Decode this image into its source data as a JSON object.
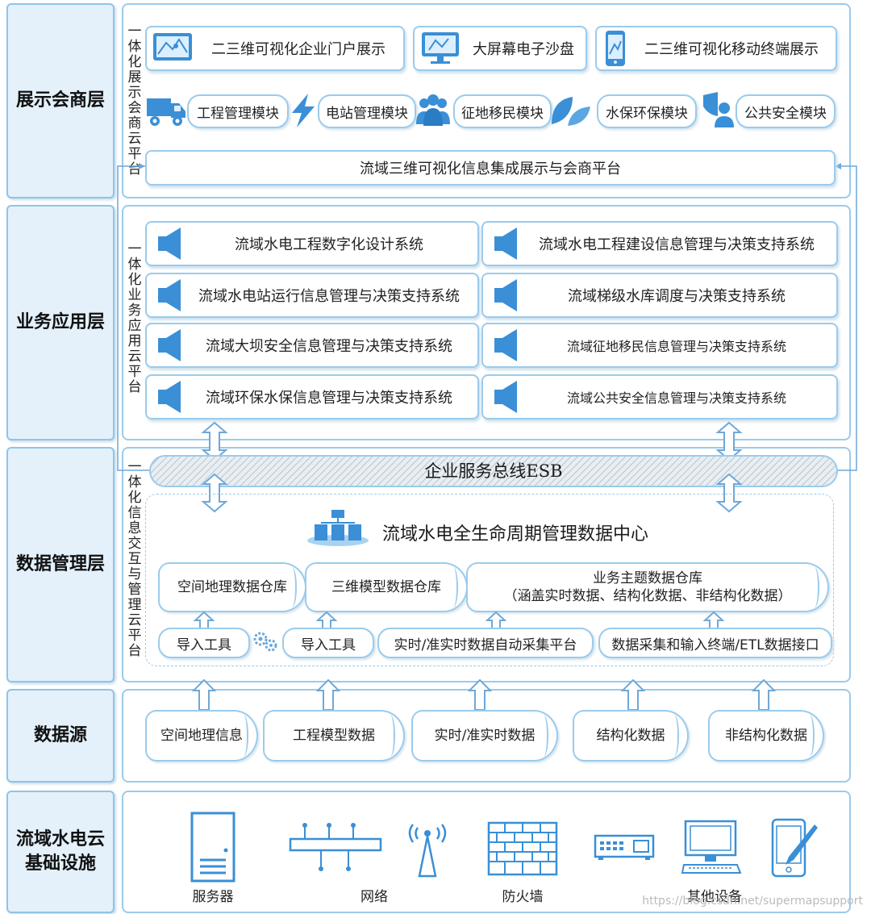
{
  "layers": {
    "display": "展示会商层",
    "business": "业务应用层",
    "data_mgmt": "数据管理层",
    "data_source": "数据源",
    "infra": "流域水电云\n基础设施"
  },
  "platforms": {
    "display_cloud": "一体化展示会商云平台",
    "business_cloud": "一体化业务应用云平台",
    "info_cloud": "一体化信息交互与管理云平台"
  },
  "display": {
    "top_items": [
      "二三维可视化企业门户展示",
      "大屏幕电子沙盘",
      "二三维可视化移动终端展示"
    ],
    "modules": [
      "工程管理模块",
      "电站管理模块",
      "征地移民模块",
      "水保环保模块",
      "公共安全模块"
    ],
    "integrated_platform": "流域三维可视化信息集成展示与会商平台"
  },
  "business_systems": [
    "流域水电工程数字化设计系统",
    "流域水电工程建设信息管理与决策支持系统",
    "流域水电站运行信息管理与决策支持系统",
    "流域梯级水库调度与决策支持系统",
    "流域大坝安全信息管理与决策支持系统",
    "流域征地移民信息管理与决策支持系统",
    "流域环保水保信息管理与决策支持系统",
    "流域公共安全信息管理与决策支持系统"
  ],
  "esb": "企业服务总线ESB",
  "data_center": {
    "title": "流域水电全生命周期管理数据中心",
    "warehouses": [
      "空间地理数据仓库",
      "三维模型数据仓库"
    ],
    "business_warehouse_line1": "业务主题数据仓库",
    "business_warehouse_line2": "（涵盖实时数据、结构化数据、非结构化数据）",
    "tools": [
      "导入工具",
      "导入工具",
      "实时/准实时数据自动采集平台",
      "数据采集和输入终端/ETL数据接口"
    ]
  },
  "data_sources": [
    "空间地理信息",
    "工程模型数据",
    "实时/准实时数据",
    "结构化数据",
    "非结构化数据"
  ],
  "infrastructure": [
    "服务器",
    "网络",
    "防火墙",
    "其他设备"
  ],
  "watermark": "https://blog.csdn.net/supermapsupport",
  "colors": {
    "border": "#9acbec",
    "label_bg": "#e4f1fb",
    "icon_blue": "#3a8fd6"
  }
}
